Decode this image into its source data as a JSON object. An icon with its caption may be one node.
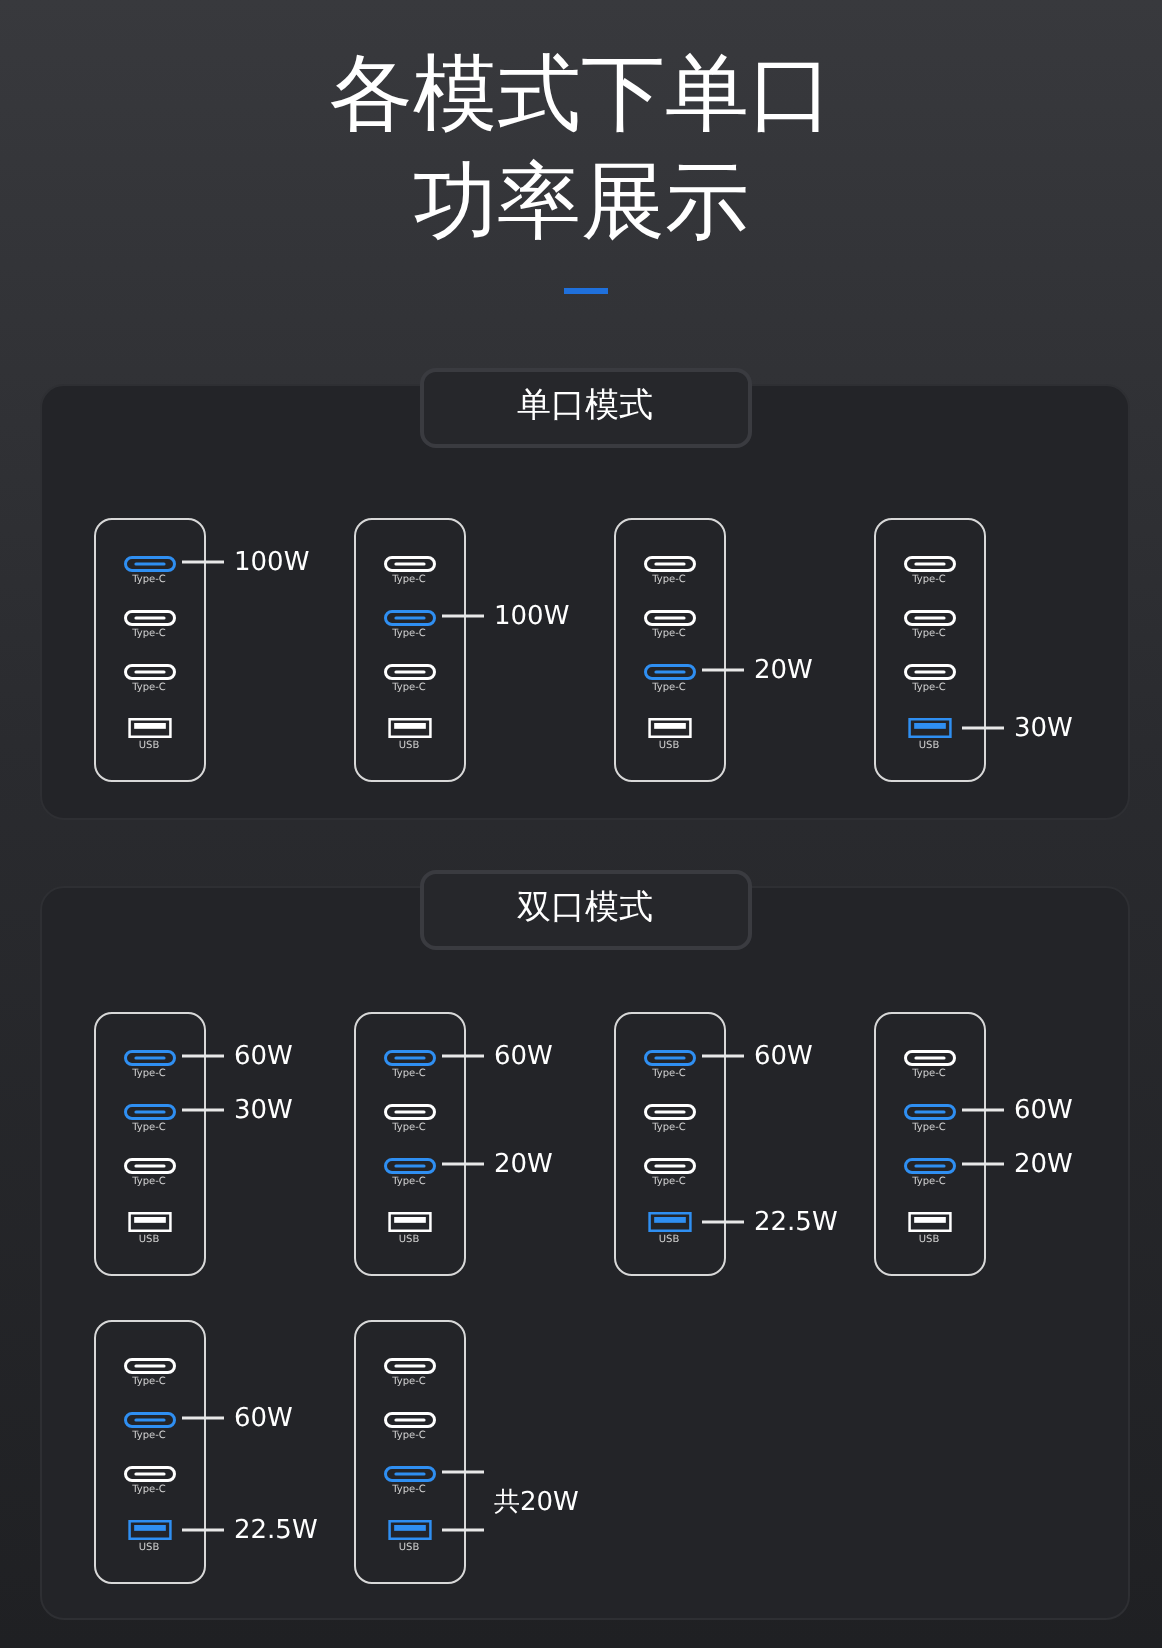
{
  "diagram": {
    "title": "各模式下单口功率展示",
    "nodes": [
      {
        "text": [
          "单口模式"
        ]
      },
      {
        "text": [],
        "shape": "box",
        "in": 0
      },
      {
        "text": [
          "Type-C"
        ],
        "in": 1
      },
      {
        "text": [
          "Type-C"
        ],
        "in": 1
      },
      {
        "text": [
          "Type-C"
        ],
        "in": 1
      },
      {
        "text": [
          "USB"
        ],
        "in": 1
      },
      {
        "text": [
          "100W"
        ],
        "in": 0
      },
      {
        "text": [],
        "shape": "box",
        "in": 0
      },
      {
        "text": [
          "Type-C"
        ],
        "in": 7
      },
      {
        "text": [
          "Type-C"
        ],
        "in": 7
      },
      {
        "text": [
          "Type-C"
        ],
        "in": 7
      },
      {
        "text": [
          "USB"
        ],
        "in": 7
      },
      {
        "text": [
          "100W"
        ],
        "in": 0
      },
      {
        "text": [],
        "shape": "box",
        "in": 0
      },
      {
        "text": [
          "Type-C"
        ],
        "in": 13
      },
      {
        "text": [
          "Type-C"
        ],
        "in": 13
      },
      {
        "text": [
          "Type-C"
        ],
        "in": 13
      },
      {
        "text": [
          "USB"
        ],
        "in": 13
      },
      {
        "text": [
          "20W"
        ],
        "in": 0
      },
      {
        "text": [],
        "shape": "box",
        "in": 0
      },
      {
        "text": [
          "Type-C"
        ],
        "in": 19
      },
      {
        "text": [
          "Type-C"
        ],
        "in": 19
      },
      {
        "text": [
          "Type-C"
        ],
        "in": 19
      },
      {
        "text": [
          "USB"
        ],
        "in": 19
      },
      {
        "text": [
          "30W"
        ],
        "in": 0
      },
      {
        "text": [
          "双口模式"
        ]
      },
      {
        "text": [],
        "shape": "box",
        "in": 25
      },
      {
        "text": [
          "Type-C"
        ],
        "in": 26
      },
      {
        "text": [
          "Type-C"
        ],
        "in": 26
      },
      {
        "text": [
          "Type-C"
        ],
        "in": 26
      },
      {
        "text": [
          "USB"
        ],
        "in": 26
      },
      {
        "text": [
          "60W"
        ],
        "in": 25
      },
      {
        "text": [
          "30W"
        ],
        "in": 25
      },
      {
        "text": [],
        "shape": "box",
        "in": 25
      },
      {
        "text": [
          "Type-C"
        ],
        "in": 33
      },
      {
        "text": [
          "Type-C"
        ],
        "in": 33
      },
      {
        "text": [
          "Type-C"
        ],
        "in": 33
      },
      {
        "text": [
          "USB"
        ],
        "in": 33
      },
      {
        "text": [
          "60W"
        ],
        "in": 25
      },
      {
        "text": [
          "20W"
        ],
        "in": 25
      },
      {
        "text": [],
        "shape": "box",
        "in": 25
      },
      {
        "text": [
          "Type-C"
        ],
        "in": 40
      },
      {
        "text": [
          "Type-C"
        ],
        "in": 40
      },
      {
        "text": [
          "Type-C"
        ],
        "in": 40
      },
      {
        "text": [
          "USB"
        ],
        "in": 40
      },
      {
        "text": [
          "60W"
        ],
        "in": 25
      },
      {
        "text": [
          "22.5W"
        ],
        "in": 25
      },
      {
        "text": [],
        "shape": "box",
        "in": 25
      },
      {
        "text": [
          "Type-C"
        ],
        "in": 47
      },
      {
        "text": [
          "Type-C"
        ],
        "in": 47
      },
      {
        "text": [
          "Type-C"
        ],
        "in": 47
      },
      {
        "text": [
          "USB"
        ],
        "in": 47
      },
      {
        "text": [
          "60W"
        ],
        "in": 25
      },
      {
        "text": [
          "20W"
        ],
        "in": 25
      },
      {
        "text": [],
        "shape": "box",
        "in": 25
      },
      {
        "text": [
          "Type-C"
        ],
        "in": 54
      },
      {
        "text": [
          "Type-C"
        ],
        "in": 54
      },
      {
        "text": [
          "Type-C"
        ],
        "in": 54
      },
      {
        "text": [
          "USB"
        ],
        "in": 54
      },
      {
        "text": [
          "60W"
        ],
        "in": 25
      },
      {
        "text": [
          "22.5W"
        ],
        "in": 25
      },
      {
        "text": [],
        "shape": "box",
        "in": 25
      },
      {
        "text": [
          "Type-C"
        ],
        "in": 61
      },
      {
        "text": [
          "Type-C"
        ],
        "in": 61
      },
      {
        "text": [
          "Type-C"
        ],
        "in": 61
      },
      {
        "text": [
          "USB"
        ],
        "in": 61
      },
      {
        "text": [
          "共20W"
        ],
        "in": 25
      }
    ],
    "edges": [
      {
        "from": 2,
        "to": 6,
        "arrow": "none"
      },
      {
        "from": 9,
        "to": 12,
        "arrow": "none"
      },
      {
        "from": 16,
        "to": 18,
        "arrow": "none"
      },
      {
        "from": 23,
        "to": 24,
        "arrow": "none"
      },
      {
        "from": 27,
        "to": 31,
        "arrow": "none"
      },
      {
        "from": 28,
        "to": 32,
        "arrow": "none"
      },
      {
        "from": 34,
        "to": 38,
        "arrow": "none"
      },
      {
        "from": 36,
        "to": 39,
        "arrow": "none"
      },
      {
        "from": 41,
        "to": 45,
        "arrow": "none"
      },
      {
        "from": 44,
        "to": 46,
        "arrow": "none"
      },
      {
        "from": 49,
        "to": 52,
        "arrow": "none"
      },
      {
        "from": 50,
        "to": 53,
        "arrow": "none"
      },
      {
        "from": 56,
        "to": 59,
        "arrow": "none"
      },
      {
        "from": 58,
        "to": 60,
        "arrow": "none"
      },
      {
        "from": 64,
        "to": 66,
        "arrow": "none"
      },
      {
        "from": 65,
        "to": 66,
        "arrow": "none"
      }
    ]
  }
}
